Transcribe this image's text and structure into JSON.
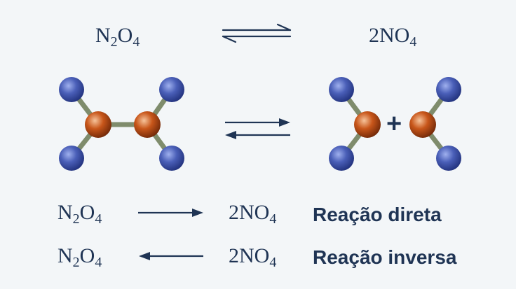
{
  "top_equation": {
    "reactant": {
      "a": "N",
      "b": "2",
      "c": "O",
      "d": "4"
    },
    "product": {
      "a": "2NO",
      "b": "4"
    }
  },
  "rows": [
    {
      "reactant": {
        "a": "N",
        "b": "2",
        "c": "O",
        "d": "4"
      },
      "product": {
        "a": "2NO",
        "b": "4"
      },
      "label": "Reação direta",
      "arrow": "right"
    },
    {
      "reactant": {
        "a": "N",
        "b": "2",
        "c": "O",
        "d": "4"
      },
      "product": {
        "a": "2NO",
        "b": "4"
      },
      "label": "Reação inversa",
      "arrow": "left"
    }
  ],
  "plus_sign": "+",
  "colors": {
    "text": "#1f3454",
    "nitrogen": "#c8561a",
    "oxygen": "#4a5fb8",
    "bond": "#7f8c6c",
    "background": "#f3f6f8"
  }
}
